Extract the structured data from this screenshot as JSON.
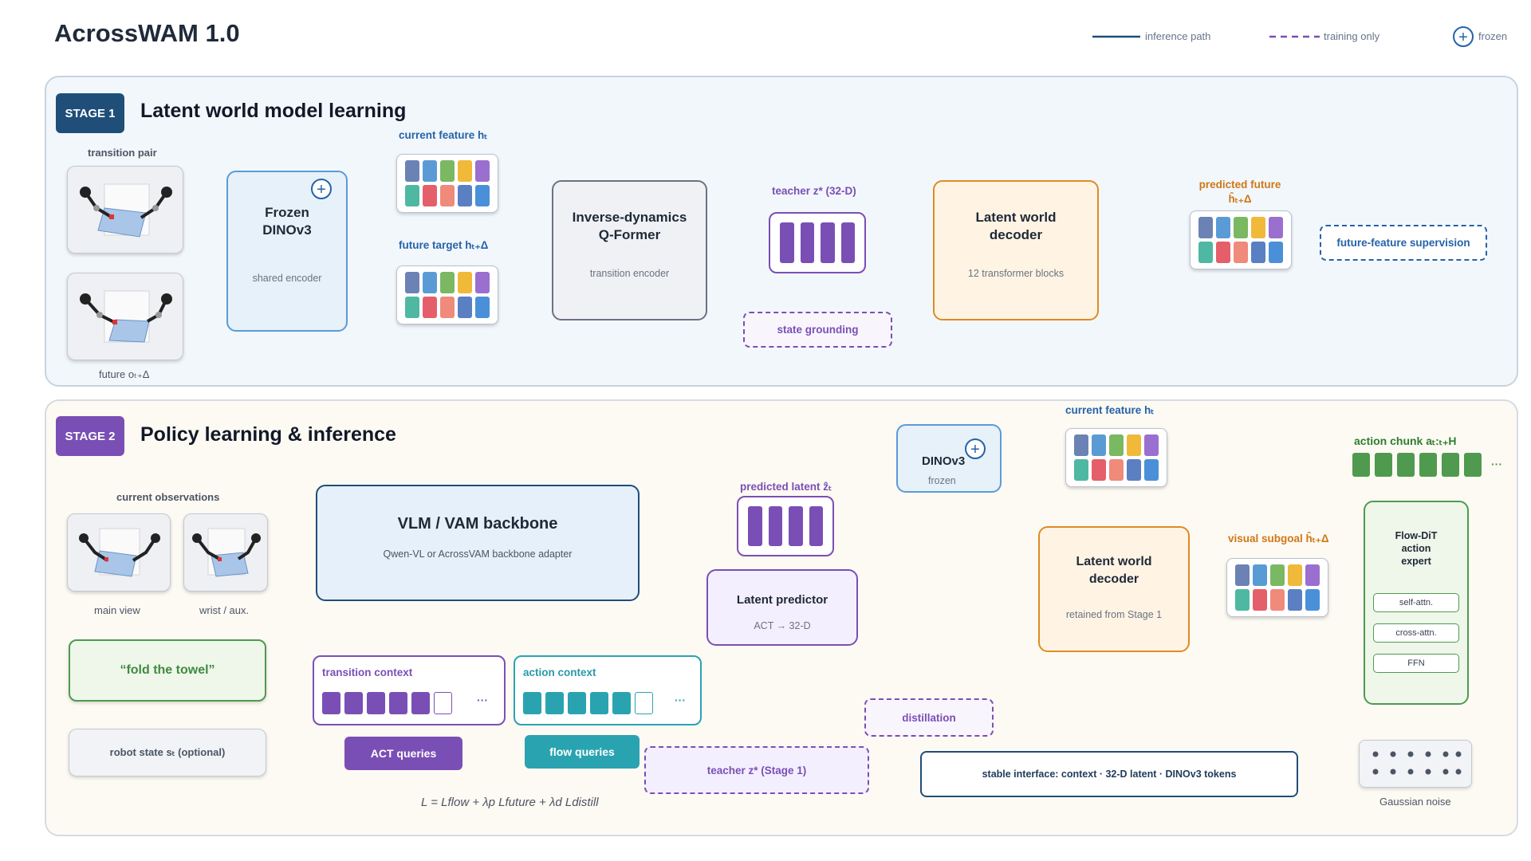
{
  "title": "AcrossWAM 1.0",
  "legend": {
    "inference": "inference path",
    "training": "training only",
    "frozen": "frozen"
  },
  "colors": {
    "navy": "#1f4e79",
    "purple": "#7a4fb5",
    "teal": "#2aa3b0",
    "green": "#4f9a4f",
    "orange": "#e08a22",
    "blue": "#2563a8"
  },
  "token_colors": [
    "#6b82b5",
    "#5b9bd5",
    "#7ab861",
    "#f0b93a",
    "#9a6fcf",
    "#4fb8a2",
    "#e55f6b",
    "#f08a7a",
    "#5a7fc2",
    "#4a90d9"
  ],
  "stage1": {
    "badge": "STAGE 1",
    "title": "Latent world model learning",
    "transition_pair": "transition pair",
    "future_caption": "future  oₜ₊Δ",
    "encoder": {
      "title": "Frozen\nDINOv3",
      "subtitle": "shared encoder"
    },
    "current_feature": "current feature  hₜ",
    "future_target": "future target  hₜ₊Δ",
    "qformer": {
      "title": "Inverse-dynamics\nQ-Former",
      "subtitle": "transition encoder"
    },
    "teacher": "teacher z*  (32-D)",
    "state_grounding": "state grounding",
    "decoder": {
      "title": "Latent world\ndecoder",
      "subtitle": "12 transformer blocks"
    },
    "predicted_future": "predicted future\nĥₜ₊Δ",
    "supervision": "future-feature supervision"
  },
  "stage2": {
    "badge": "STAGE 2",
    "title": "Policy learning & inference",
    "current_observations": "current observations",
    "main_view": "main view",
    "wrist_view": "wrist / aux.",
    "instruction": "“fold the towel”",
    "robot_state": "robot state  sₜ  (optional)",
    "backbone": {
      "title": "VLM / VAM backbone",
      "subtitle": "Qwen-VL or AcrossVAM backbone adapter"
    },
    "transition_context": "transition context",
    "action_context": "action context",
    "act_queries": "ACT queries",
    "flow_queries": "flow queries",
    "dinov3": {
      "title": "DINOv3",
      "subtitle": "frozen"
    },
    "current_feature": "current feature  hₜ",
    "predicted_latent": "predicted latent  ẑₜ",
    "latent_predictor": {
      "title": "Latent predictor",
      "subtitle": "ACT → 32-D"
    },
    "decoder": {
      "title": "Latent world\ndecoder",
      "subtitle": "retained from Stage 1"
    },
    "visual_subgoal": "visual subgoal  ĥₜ₊Δ",
    "action_chunk": "action chunk  aₜ:ₜ₊H",
    "flow_dit": {
      "title": "Flow-DiT\naction\nexpert",
      "self_attn": "self-attn.",
      "cross_attn": "cross-attn.",
      "ffn": "FFN"
    },
    "gaussian_noise": "Gaussian noise",
    "distillation": "distillation",
    "teacher": "teacher z*  (Stage 1)",
    "stable_interface": "stable interface: context · 32-D latent · DINOv3 tokens",
    "loss": "L = Lflow  + λp Lfuture  + λd Ldistill",
    "ellipsis": "···"
  }
}
